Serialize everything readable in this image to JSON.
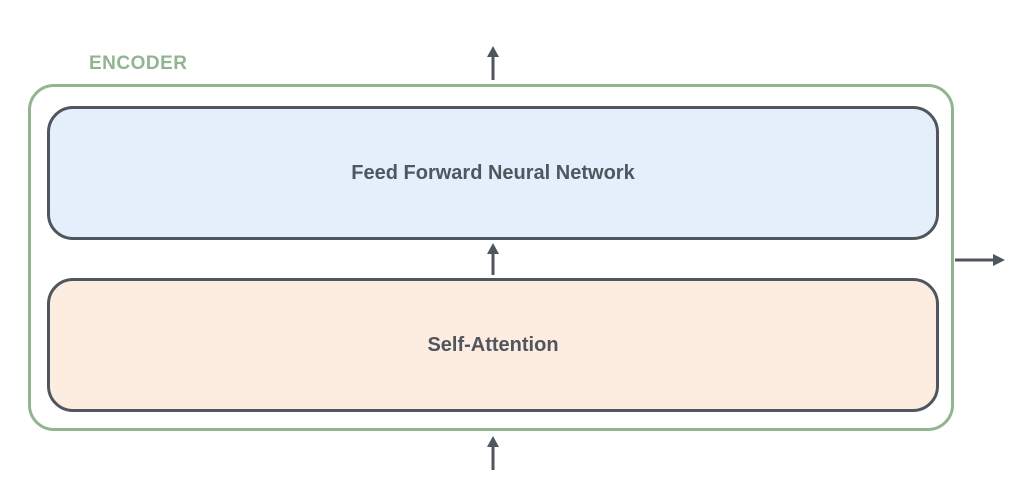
{
  "encoder": {
    "label": "ENCODER",
    "border_color": "#92b490"
  },
  "layers": {
    "feed_forward": {
      "label": "Feed Forward Neural Network",
      "fill_color": "#e4effb"
    },
    "self_attention": {
      "label": "Self-Attention",
      "fill_color": "#fdece0"
    }
  },
  "arrow_color": "#50565d"
}
